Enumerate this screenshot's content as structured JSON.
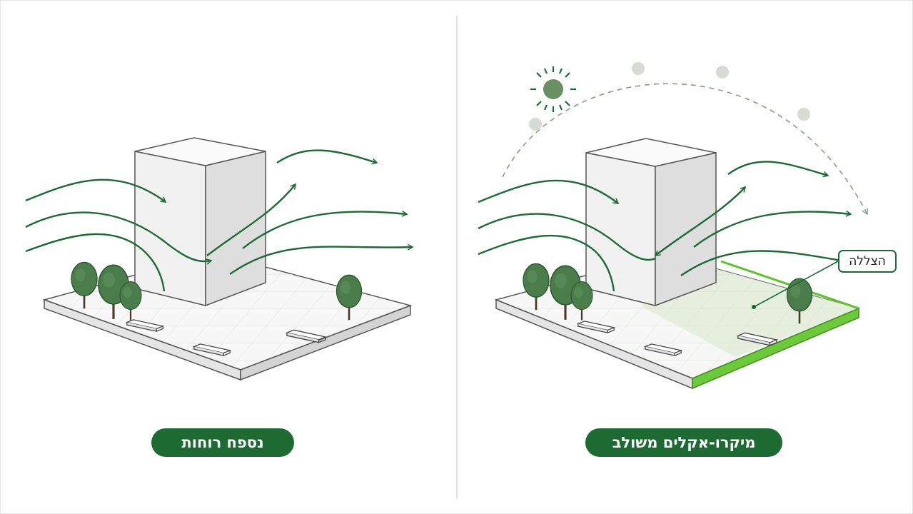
{
  "panels": {
    "left": {
      "label": "נספח רוחות"
    },
    "right": {
      "label": "מיקרו-אקלים משולב",
      "callout": "הצללה"
    }
  },
  "icons": {
    "sun": "sun-icon",
    "tree": "tree-icon",
    "bench": "bench-icon",
    "wind_arrow": "wind-arrow-icon",
    "sun_path": "sun-path-icon"
  },
  "colors": {
    "wind": "#1d6b33",
    "tree": "#4a7d4a",
    "pill_background": "#1d6b33",
    "shade_edge": "#5cc42a",
    "sun": "#6a8f62",
    "sun_path": "#8a9a88",
    "building": "#f2f2f2"
  }
}
